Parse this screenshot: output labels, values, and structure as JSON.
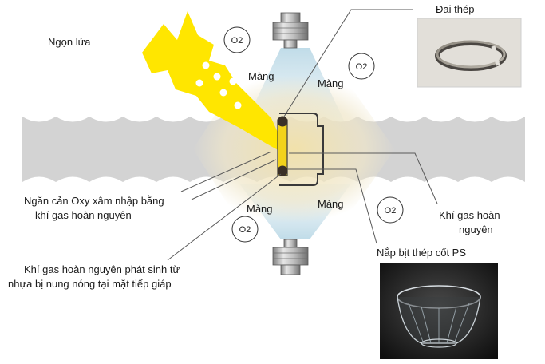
{
  "labels": {
    "flame": "Ngọn lửa",
    "membrane": "Màng",
    "steel_band": "Đai thép",
    "oxygen": "O2",
    "block_oxygen_line1": "Ngăn cản Oxy xâm nhập bằng",
    "block_oxygen_line2": "khí gas hoàn nguyên",
    "reducing_gas_line1": "Khí gas hoàn",
    "reducing_gas_line2": "nguyên",
    "gas_source_line1": "Khí gas hoàn nguyên phát sinh từ",
    "gas_source_line2": "nhựa bị nung nóng tại mặt tiếp giáp",
    "cap": "Nắp bịt thép cốt PS"
  },
  "colors": {
    "bar": "#d3d3d3",
    "flame": "#ffe600",
    "glow": "#efe3bf",
    "insert": "#f2d21b",
    "mist": "#cfe3ec",
    "leader": "#5a5a5a"
  }
}
